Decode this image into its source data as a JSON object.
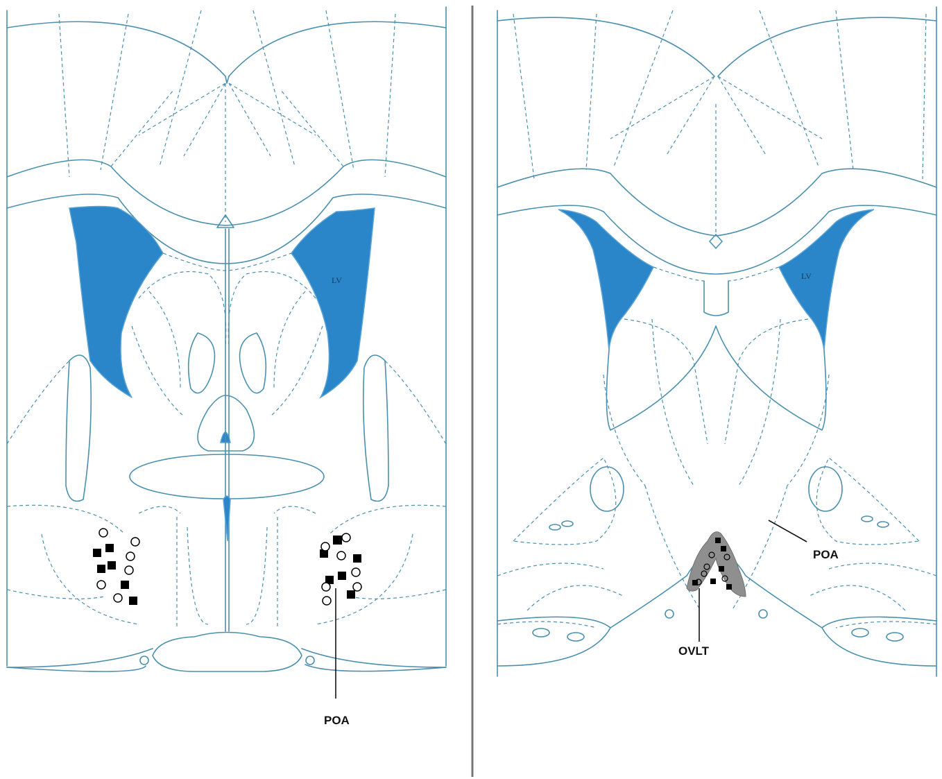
{
  "figure": {
    "panels": [
      {
        "id": "left",
        "ventricle_label": "LV",
        "region_label": "POA",
        "markers": {
          "filled": [
            [
              140,
              797
            ],
            [
              158,
              790
            ],
            [
              146,
              820
            ],
            [
              161,
              815
            ],
            [
              180,
              843
            ],
            [
              192,
              866
            ],
            [
              467,
              798
            ],
            [
              486,
              779
            ],
            [
              515,
              805
            ],
            [
              475,
              836
            ],
            [
              493,
              830
            ],
            [
              506,
              857
            ]
          ],
          "open": [
            [
              149,
              768
            ],
            [
              195,
              781
            ],
            [
              188,
              802
            ],
            [
              186,
              822
            ],
            [
              146,
              843
            ],
            [
              170,
              862
            ],
            [
              469,
              788
            ],
            [
              499,
              775
            ],
            [
              492,
              801
            ],
            [
              513,
              825
            ],
            [
              470,
              846
            ],
            [
              471,
              866
            ],
            [
              515,
              846
            ]
          ]
        }
      },
      {
        "id": "right",
        "ventricle_label": "LV",
        "region_label": "POA",
        "region2_label": "OVLT",
        "markers": {
          "filled": [
            [
              1035,
              779
            ],
            [
              1043,
              791
            ],
            [
              1028,
              838
            ],
            [
              1051,
              846
            ],
            [
              1002,
              840
            ],
            [
              1040,
              820
            ]
          ],
          "open": [
            [
              1026,
              800
            ],
            [
              1048,
              803
            ],
            [
              1019,
              817
            ],
            [
              1045,
              834
            ],
            [
              1015,
              827
            ],
            [
              1007,
              839
            ]
          ]
        }
      }
    ],
    "colors": {
      "outline": "#4a8fad",
      "ventricle": "#2a86c8",
      "ovlt_fill": "#8f8f8f",
      "divider": "#777777"
    }
  }
}
